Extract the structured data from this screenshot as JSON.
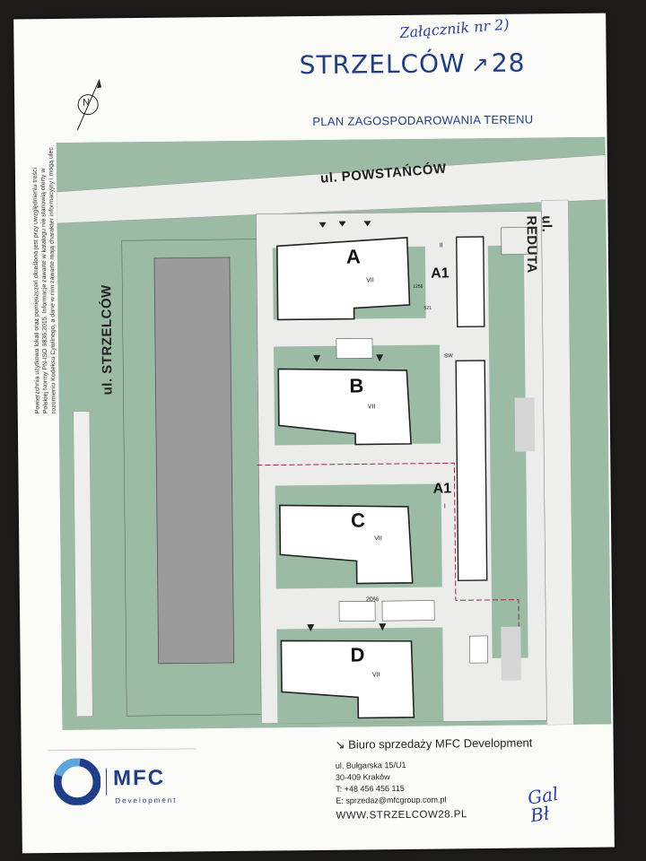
{
  "handwritten_note": "Załącznik nr 2)",
  "handwritten_signature": "Gal Bł",
  "project": {
    "name_left": "STRZELCÓW",
    "arrow": "↗",
    "number": "28"
  },
  "plan_title": "PLAN ZAGOSPODAROWANIA TERENU",
  "disclaimer": "Powierzchnia użytkowa lokali oraz pomieszczeń określona jest przy uwzględnieniu treści Polskiej Normy PN-ISO 9836:2015. Informacje zawarte w katalogu nie stanowią oferty w rozumieniu Kodeksu Cywilnego, a dane w nim zawarte mają charakter informacyjny i mogą ulec zmianie.",
  "compass_label": "N",
  "streets": {
    "north": "ul. POWSTAŃCÓW",
    "west": "ul. STRZELCÓW",
    "east": "ul. REDUTA"
  },
  "buildings": [
    {
      "letter": "A",
      "floors": "VII"
    },
    {
      "letter": "B",
      "floors": "VII"
    },
    {
      "letter": "C",
      "floors": "VII"
    },
    {
      "letter": "D",
      "floors": "VII"
    },
    {
      "letter": "A1",
      "floors": "II"
    },
    {
      "letter": "A1",
      "floors": "I"
    }
  ],
  "plan_labels": {
    "slope": "20%",
    "sw": "SW",
    "dim1": "1256",
    "dim2": "521"
  },
  "sales_office": {
    "arrow": "↘",
    "title": "Biuro sprzedaży MFC Development",
    "street": "ul.  Bułgarska 15/U1",
    "city": "30-409 Kraków",
    "phone": "T: +48 456 456 115",
    "email": "E: sprzedaz@mfcgroup.com.pl",
    "website": "WWW.STRZELCOW28.PL"
  },
  "logo": {
    "word": "MFC",
    "sub": "Development"
  },
  "colors": {
    "green": "#9cbba5",
    "pavement": "#ececea",
    "building": "#ffffff",
    "parking": "#9b9b9b",
    "brand_blue": "#1f3e8a",
    "ink_blue": "#2a3fa8",
    "boundary": "#a3243b"
  }
}
